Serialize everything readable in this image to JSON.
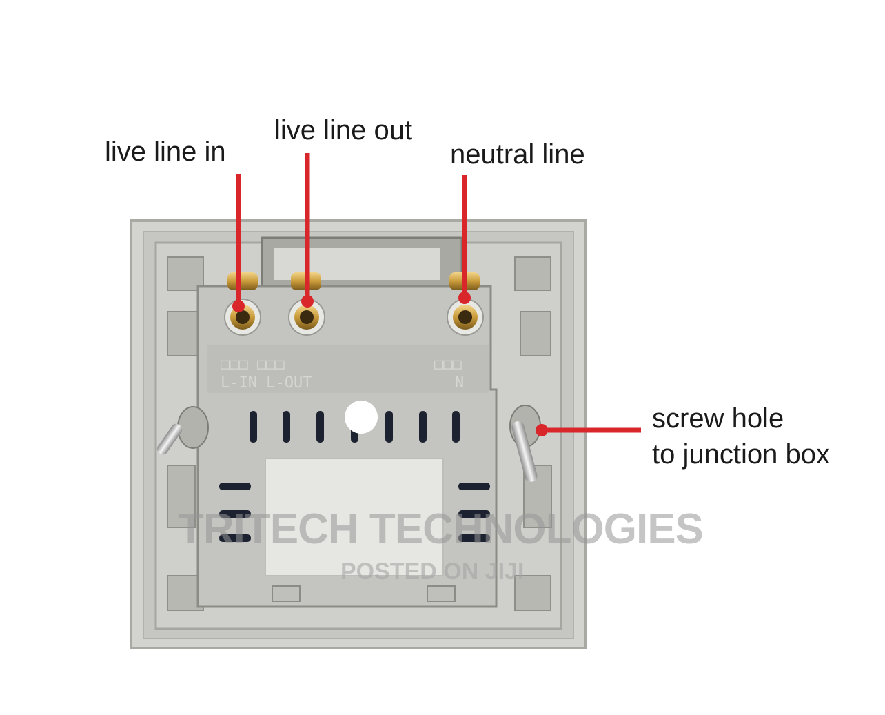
{
  "labels": {
    "live_line_in": "live line in",
    "live_line_out": "live line out",
    "neutral_line": "neutral line",
    "screw_hole_line1": "screw hole",
    "screw_hole_line2": "to junction box"
  },
  "watermark": {
    "main": "TRITECH TECHNOLOGIES",
    "sub": "POSTED ON JIJI"
  },
  "colors": {
    "pointer": "#d9262b",
    "plastic": "#c9c9c5",
    "plastic_dark": "#9a9a95",
    "background": "#ffffff"
  }
}
